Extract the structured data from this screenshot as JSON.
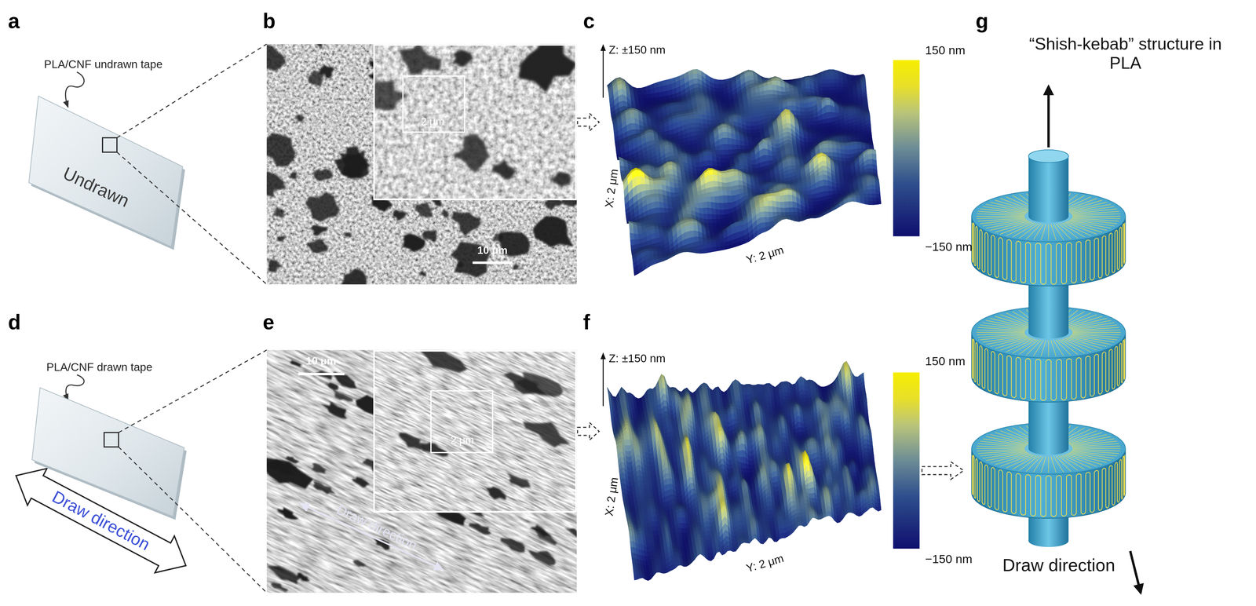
{
  "diagram": {
    "nodes": [
      {
        "text": [
          "PLA/CNF undrawn tape",
          "Undrawn"
        ]
      },
      {
        "text": [
          "10 μm"
        ]
      },
      {
        "text": [
          "2 μm"
        ],
        "in": 1
      },
      {
        "text": [
          "Z: ±150 nm",
          "X: 2 μm",
          "Y: 2 μm"
        ]
      },
      {
        "text": [
          "PLA/CNF drawn tape"
        ]
      },
      {
        "text": [
          "10 μm",
          "Draw direction"
        ]
      },
      {
        "text": [
          "2 μm"
        ],
        "in": 5
      },
      {
        "text": [
          "Z: ±150 nm",
          "X: 2 μm",
          "Y: 2 μm"
        ]
      },
      {
        "text": [
          "“Shish-kebab” structure in PLA",
          "Draw direction"
        ]
      }
    ],
    "edges": [
      {
        "from": 2,
        "to": 3,
        "arrow": "to"
      },
      {
        "from": 6,
        "to": 7,
        "arrow": "to"
      },
      {
        "from": 7,
        "to": 8,
        "arrow": "to"
      }
    ],
    "labels": [
      "a",
      "b",
      "c",
      "g",
      "150 nm",
      "−150 nm",
      "d",
      "Draw direction",
      "e",
      "f",
      "150 nm",
      "−150 nm"
    ]
  }
}
